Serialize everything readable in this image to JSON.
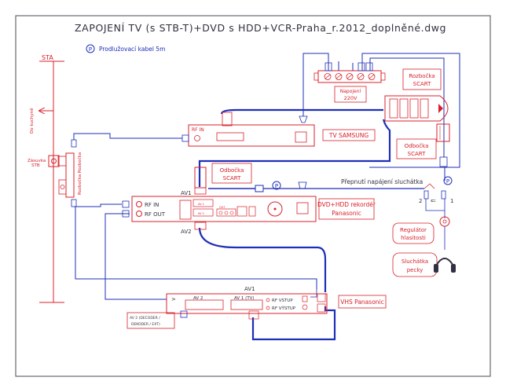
{
  "title": "ZAPOJENÍ TV (s STB-T)+DVD s HDD+VCR-Praha_r.2012_doplněné.dwg",
  "legend": {
    "symbol": "P",
    "text": "Prodlužovací kabel 5m"
  },
  "colors": {
    "red": "#d8202a",
    "blue": "#1e2fb8",
    "dark": "#303040",
    "frame": "#4a4a55"
  },
  "wall": {
    "sta": "STA",
    "to_kitchen": "Do kuchyně",
    "socket_label": [
      "Zásuvka",
      "STB"
    ],
    "splitter_label": "Rozbočka Rozbočka"
  },
  "power": {
    "strip_label": [
      "Napojení",
      "220V"
    ]
  },
  "scart_splitter": [
    "Rozbočka",
    "SCART"
  ],
  "scart_branch_right": [
    "Odbočka",
    "SCART"
  ],
  "scart_branch_left": [
    "Odbočka",
    "SCART"
  ],
  "tv": {
    "name": "TV SAMSUNG",
    "rf_in": "RF IN"
  },
  "dvd": {
    "name": [
      "DVD+HDD rekordér",
      "Panasonic"
    ],
    "av1": "AV1",
    "av2": "AV2",
    "rf_in": "RF IN",
    "rf_out": "RF OUT",
    "small1": "AV 1",
    "small2": "AV 2",
    "small3": "OUT"
  },
  "headphones": {
    "switch_label": "Přepnutí napájení sluchátka",
    "pos2": "2",
    "pos1": "1",
    "arrow": "⇐",
    "volume": [
      "Regulátor",
      "hlasitosti"
    ],
    "phones": [
      "Sluchátka",
      "pecky"
    ]
  },
  "vhs": {
    "name": "VHS Panasonic",
    "av1": "AV1",
    "slot_av2": "AV 2",
    "slot_av1": "AV 1 (TV)",
    "rf_in": "RF VSTUP",
    "rf_out": "RF VÝSTUP",
    "side_label": [
      "AV 2 (DECODER /",
      "DEKODER / EXT)"
    ],
    "arrow": ">"
  }
}
